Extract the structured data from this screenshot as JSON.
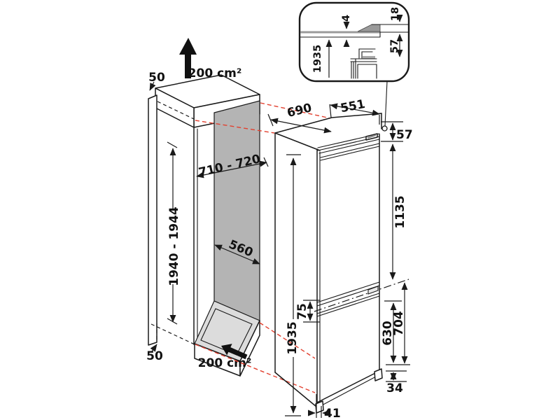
{
  "title": "Built-in fridge-freezer installation dimensions diagram",
  "colors": {
    "line": "#1a1a1a",
    "red_projection": "#e2402f",
    "niche_back_panel": "#b4b4b4",
    "niche_floor": "#dcdcdc",
    "detail_gray": "#9a9a9a"
  },
  "niche": {
    "top_clearance_mm": "50",
    "top_vent_area": "200 cm²",
    "height_range_mm": "1940 - 1944",
    "depth_range_mm": "710 - 720",
    "width_mm": "560",
    "bottom_clearance_mm": "50",
    "bottom_vent_area": "200 cm²"
  },
  "appliance": {
    "overall_depth_mm": "690",
    "overall_width_mm": "551",
    "top_gap_mm": "57",
    "upper_door_height_mm": "1135",
    "door_split_gap_mm": "75",
    "lower_door_height_mm": "630",
    "lower_section_height_mm": "704",
    "overall_height_mm": "1935",
    "base_step_mm": "34",
    "base_front_offset_mm": "41"
  },
  "detail_inset": {
    "niche_height_mm": "1935",
    "worktop_gap_mm": "4",
    "vent_spacer_mm": "18",
    "top_clearance_mm": "57"
  }
}
